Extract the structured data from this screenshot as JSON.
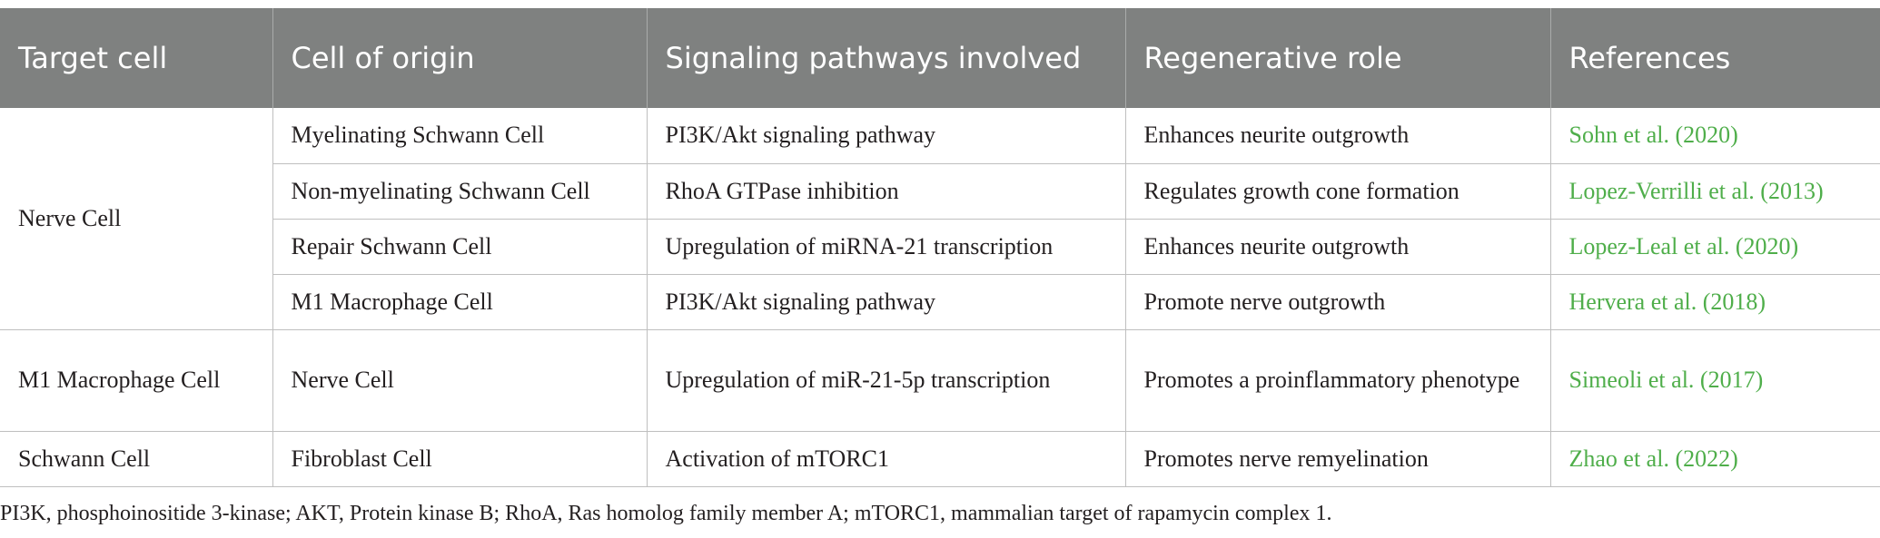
{
  "headers": [
    "Target cell",
    "Cell of origin",
    "Signaling pathways involved",
    "Regenerative role",
    "References"
  ],
  "groups": [
    {
      "target": "Nerve Cell",
      "rows": [
        {
          "origin": "Myelinating Schwann Cell",
          "pathway": "PI3K/Akt signaling pathway",
          "role": "Enhances neurite outgrowth",
          "reference": "Sohn et al. (2020)"
        },
        {
          "origin": "Non-myelinating Schwann Cell",
          "pathway": "RhoA GTPase inhibition",
          "role": "Regulates growth cone formation",
          "reference": "Lopez-Verrilli et al. (2013)"
        },
        {
          "origin": "Repair Schwann Cell",
          "pathway": "Upregulation of miRNA-21 transcription",
          "role": "Enhances neurite outgrowth",
          "reference": "Lopez-Leal et al. (2020)"
        },
        {
          "origin": "M1 Macrophage Cell",
          "pathway": "PI3K/Akt signaling pathway",
          "role": "Promote nerve outgrowth",
          "reference": "Hervera et al. (2018)"
        }
      ]
    },
    {
      "target": "M1 Macrophage Cell",
      "rows": [
        {
          "origin": "Nerve Cell",
          "pathway": "Upregulation of miR-21-5p transcription",
          "role": "Promotes a proinflammatory phenotype",
          "reference": "Simeoli et al. (2017)"
        }
      ]
    },
    {
      "target": "Schwann Cell",
      "rows": [
        {
          "origin": "Fibroblast Cell",
          "pathway": "Activation of mTORC1",
          "role": "Promotes nerve remyelination",
          "reference": "Zhao et al. (2022)"
        }
      ]
    }
  ],
  "footnote": "PI3K, phosphoinositide 3-kinase; AKT, Protein kinase B; RhoA, Ras homolog family member A; mTORC1, mammalian target of rapamycin complex 1.",
  "colors": {
    "header_bg": "#7f8180",
    "header_text": "#ffffff",
    "reference_link": "#4fae4a",
    "body_text": "#231f20"
  }
}
